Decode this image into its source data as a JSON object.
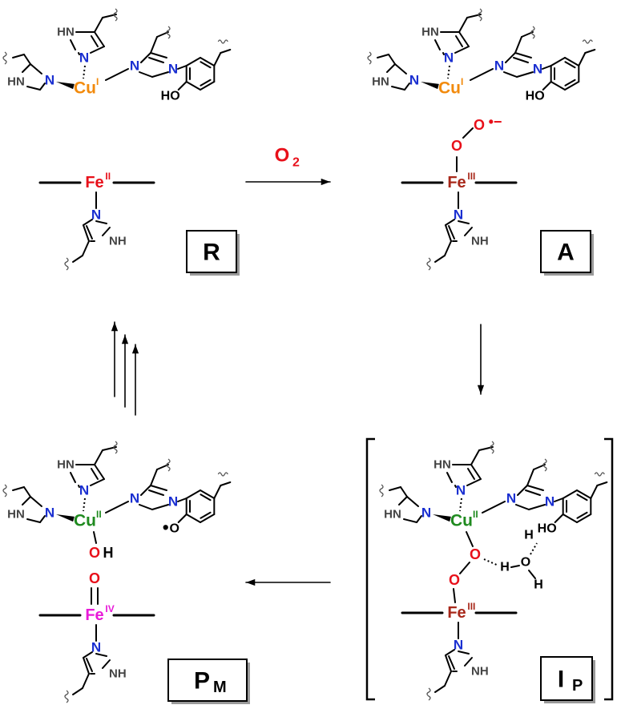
{
  "colors": {
    "nitrogen": "#1a2fd1",
    "oxygen": "#e8101a",
    "carbon_text": "#222222",
    "cu1": "#f28a0c",
    "cu2": "#1f8a1f",
    "fe2": "#e8101a",
    "fe3": "#a8281a",
    "fe4": "#e81ad8",
    "bond": "#000000",
    "wavy": "#555555"
  },
  "labels": {
    "R": "R",
    "A": "A",
    "IP_main": "I",
    "IP_sub": "P",
    "PM_main": "P",
    "PM_sub": "M"
  },
  "arrow_R_to_A": {
    "reagent_main": "O",
    "reagent_sub": "2"
  },
  "atoms": {
    "HN": "HN",
    "NH": "NH",
    "N": "N",
    "O": "O",
    "H": "H",
    "HO": "HO",
    "OH": "OH",
    "Cu": "Cu",
    "Fe": "Fe",
    "ox_I": "I",
    "ox_II": "II",
    "ox_III": "III",
    "ox_IV": "IV",
    "radical": "•",
    "radical_anion": "•−"
  }
}
